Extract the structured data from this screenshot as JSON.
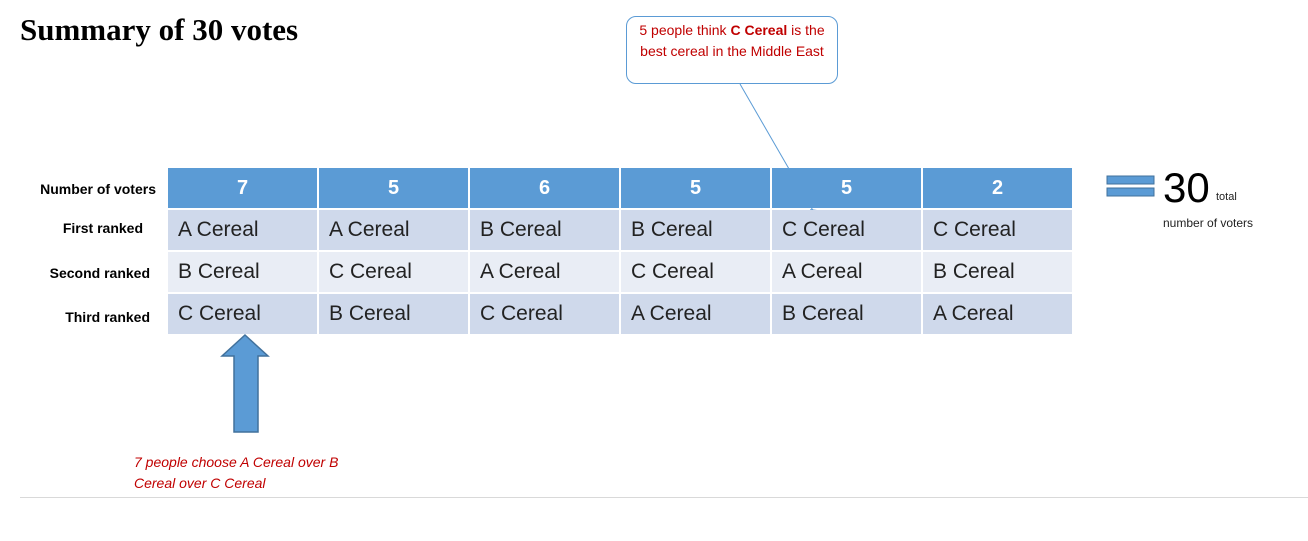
{
  "title": "Summary of 30 votes",
  "callout": {
    "before": "5 people think ",
    "bold": "C Cereal",
    "after": " is the best cereal in the Middle East"
  },
  "row_labels": [
    "Number of voters",
    "First ranked",
    "Second ranked",
    "Third ranked"
  ],
  "columns": [
    {
      "voters": "7",
      "first": "A Cereal",
      "second": "B Cereal",
      "third": "C Cereal"
    },
    {
      "voters": "5",
      "first": "A Cereal",
      "second": "C Cereal",
      "third": "B Cereal"
    },
    {
      "voters": "6",
      "first": "B Cereal",
      "second": "A Cereal",
      "third": "C Cereal"
    },
    {
      "voters": "5",
      "first": "B Cereal",
      "second": "C Cereal",
      "third": "A Cereal"
    },
    {
      "voters": "5",
      "first": "C Cereal",
      "second": "A Cereal",
      "third": "B Cereal"
    },
    {
      "voters": "2",
      "first": "C Cereal",
      "second": "B Cereal",
      "third": "A Cereal"
    }
  ],
  "total": {
    "value": "30",
    "word": "total",
    "label": "number of voters"
  },
  "note": "7 people choose A Cereal over B Cereal over C Cereal",
  "colors": {
    "header": "#5b9bd5",
    "row_dark": "#cfd9eb",
    "row_light": "#e9edf5",
    "annotation_text": "#c00000"
  },
  "icons": {
    "equals": "equals-sign-icon",
    "arrow": "up-arrow-icon"
  }
}
